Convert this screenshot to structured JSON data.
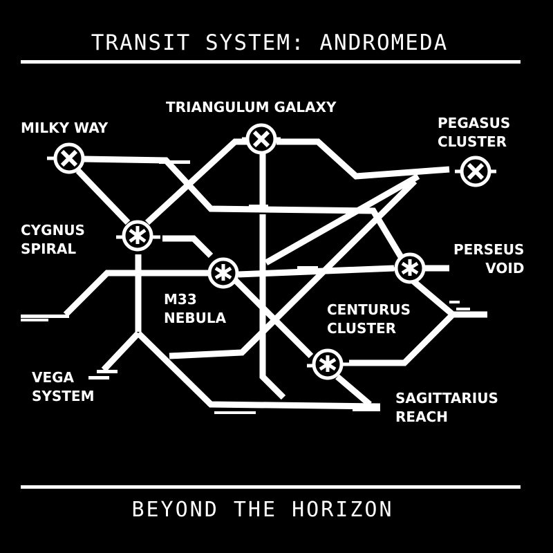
{
  "header": {
    "title": "TRANSIT SYSTEM: ANDROMEDA"
  },
  "footer": {
    "tagline": "BEYOND THE HORIZON"
  },
  "colors": {
    "background": "#000000",
    "line": "#ffffff"
  },
  "stations": [
    {
      "id": "milky-way",
      "label": "MILKY WAY"
    },
    {
      "id": "triangulum-galaxy",
      "label": "TRIANGULUM GALAXY"
    },
    {
      "id": "pegasus-cluster",
      "label": "PEGASUS\nCLUSTER"
    },
    {
      "id": "cygnus-spiral",
      "label": "CYGNUS\nSPIRAL"
    },
    {
      "id": "m33-nebula",
      "label": "M33\nNEBULA"
    },
    {
      "id": "perseus-void",
      "label": "PERSEUS\nVOID"
    },
    {
      "id": "centurus-cluster",
      "label": "CENTURUS\nCLUSTER"
    },
    {
      "id": "vega-system",
      "label": "VEGA\nSYSTEM"
    },
    {
      "id": "sagittarius-reach",
      "label": "SAGITTARIUS\nREACH"
    }
  ]
}
